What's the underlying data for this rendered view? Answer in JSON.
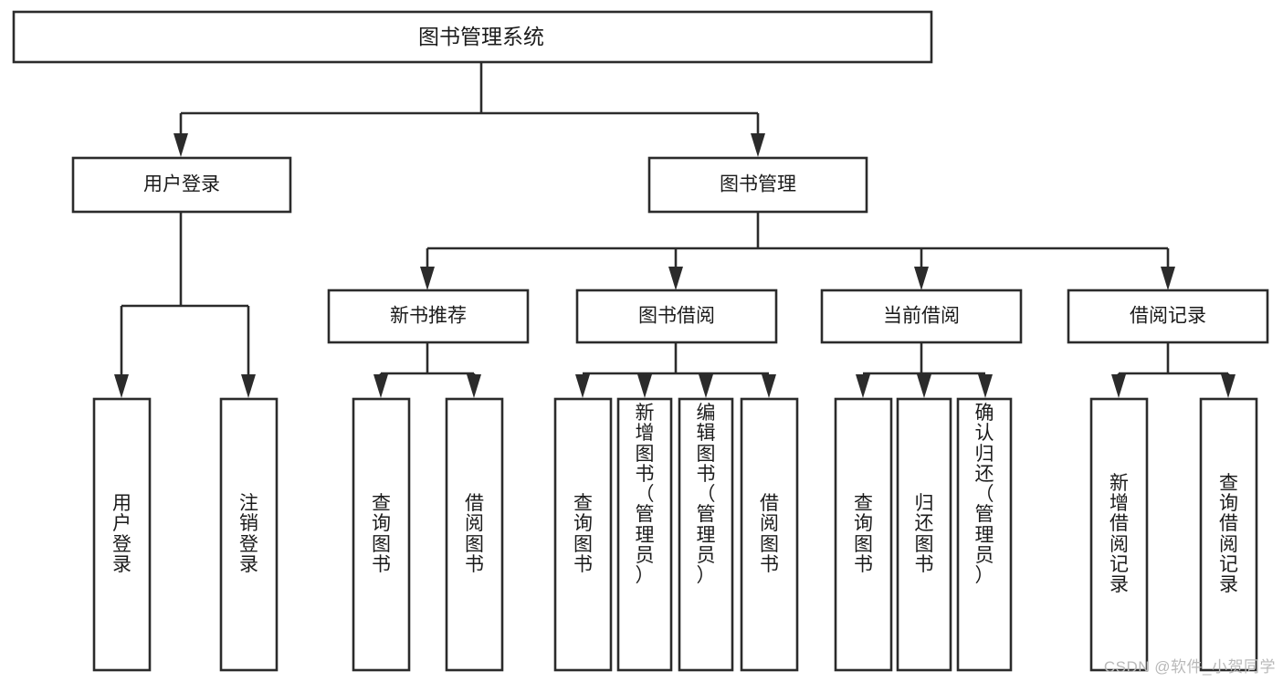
{
  "diagram": {
    "type": "tree",
    "title": "图书管理系统",
    "watermark": "CSDN @软件_小贺同学",
    "colors": {
      "stroke": "#2b2b2b",
      "fill": "#ffffff",
      "text": "#1b1b1b",
      "watermark": "#b9b9b9",
      "background": "#ffffff"
    },
    "levels": {
      "root": {
        "label": "图书管理系统"
      },
      "level2": [
        {
          "label": "用户登录"
        },
        {
          "label": "图书管理"
        }
      ],
      "level3": [
        {
          "label": "新书推荐"
        },
        {
          "label": "图书借阅"
        },
        {
          "label": "当前借阅"
        },
        {
          "label": "借阅记录"
        }
      ]
    },
    "nodes": {
      "root": "图书管理系统",
      "user_login": "用户登录",
      "book_manage": "图书管理",
      "new_book_rec": "新书推荐",
      "book_borrow": "图书借阅",
      "current_borrow": "当前借阅",
      "borrow_record": "借阅记录"
    },
    "leaves": {
      "user_login": [
        "用户登录",
        "注销登录"
      ],
      "new_book_rec": [
        "查询图书",
        "借阅图书"
      ],
      "book_borrow": [
        "查询图书",
        "新增图书（管理员）",
        "编辑图书（管理员）",
        "借阅图书"
      ],
      "current_borrow": [
        "查询图书",
        "归还图书",
        "确认归还（管理员）"
      ],
      "borrow_record": [
        "新增借阅记录",
        "查询借阅记录"
      ]
    },
    "leaf_columns": [
      {
        "id": "leaf-user-login",
        "text": "用户登录",
        "chars": [
          "用",
          "户",
          "登",
          "录"
        ]
      },
      {
        "id": "leaf-logout",
        "text": "注销登录",
        "chars": [
          "注",
          "销",
          "登",
          "录"
        ]
      },
      {
        "id": "leaf-query-book-1",
        "text": "查询图书",
        "chars": [
          "查",
          "询",
          "图",
          "书"
        ]
      },
      {
        "id": "leaf-borrow-book-1",
        "text": "借阅图书",
        "chars": [
          "借",
          "阅",
          "图",
          "书"
        ]
      },
      {
        "id": "leaf-query-book-2",
        "text": "查询图书",
        "chars": [
          "查",
          "询",
          "图",
          "书"
        ]
      },
      {
        "id": "leaf-add-book",
        "text": "新增图书（管理员）",
        "chars": [
          "新",
          "增",
          "图",
          "书",
          "（",
          "管",
          "理",
          "员",
          "）"
        ]
      },
      {
        "id": "leaf-edit-book",
        "text": "编辑图书（管理员）",
        "chars": [
          "编",
          "辑",
          "图",
          "书",
          "（",
          "管",
          "理",
          "员",
          "）"
        ]
      },
      {
        "id": "leaf-borrow-book-2",
        "text": "借阅图书",
        "chars": [
          "借",
          "阅",
          "图",
          "书"
        ]
      },
      {
        "id": "leaf-query-book-3",
        "text": "查询图书",
        "chars": [
          "查",
          "询",
          "图",
          "书"
        ]
      },
      {
        "id": "leaf-return-book",
        "text": "归还图书",
        "chars": [
          "归",
          "还",
          "图",
          "书"
        ]
      },
      {
        "id": "leaf-confirm-return",
        "text": "确认归还（管理员）",
        "chars": [
          "确",
          "认",
          "归",
          "还",
          "（",
          "管",
          "理",
          "员",
          "）"
        ]
      },
      {
        "id": "leaf-add-record",
        "text": "新增借阅记录",
        "chars": [
          "新",
          "增",
          "借",
          "阅",
          "记",
          "录"
        ]
      },
      {
        "id": "leaf-query-record",
        "text": "查询借阅记录",
        "chars": [
          "查",
          "询",
          "借",
          "阅",
          "记",
          "录"
        ]
      }
    ]
  }
}
